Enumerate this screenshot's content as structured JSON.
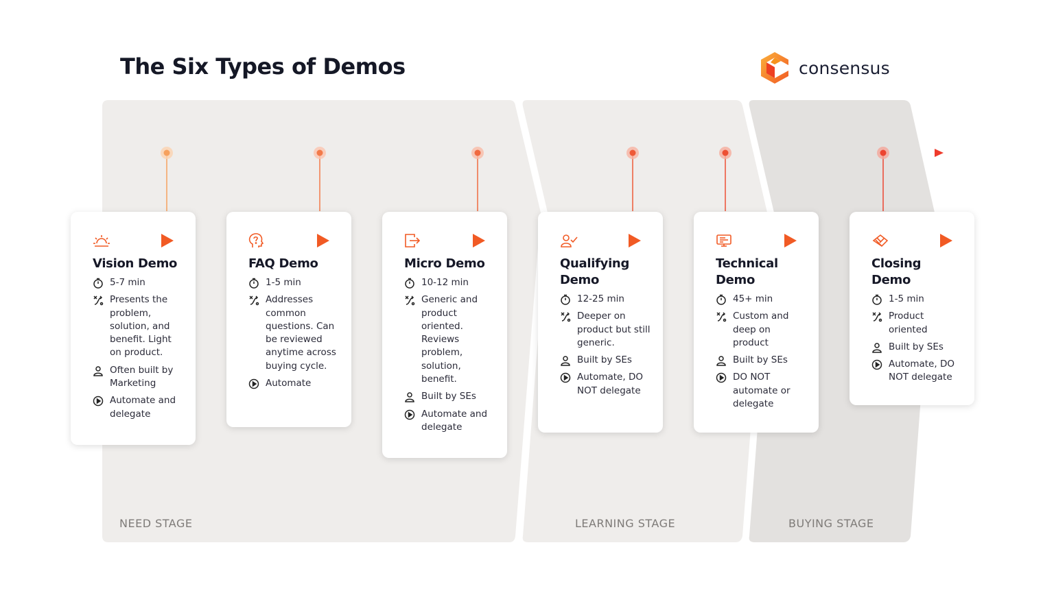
{
  "title": "The Six Types of Demos",
  "logo": {
    "text": "consensus",
    "icon": "consensus-logo-mark"
  },
  "colors": {
    "accent": "#f15a24",
    "accent_light": "#f6a15e",
    "stage_bg_1": "#efedeb",
    "stage_bg_2": "#e3e1df"
  },
  "stages": [
    {
      "label": "NEED STAGE"
    },
    {
      "label": "LEARNING STAGE"
    },
    {
      "label": "BUYING STAGE"
    }
  ],
  "cards": [
    {
      "title": "Vision Demo",
      "icon": "sunrise-icon",
      "duration": "5-7 min",
      "description": "Presents  the problem, solution, and benefit. Light on product.",
      "builder": "Often built by Marketing",
      "delivery": "Automate and delegate"
    },
    {
      "title": "FAQ Demo",
      "icon": "question-head-icon",
      "duration": "1-5 min",
      "description": "Addresses common questions. Can be reviewed anytime across buying cycle.",
      "builder": "",
      "delivery": "Automate"
    },
    {
      "title": "Micro Demo",
      "icon": "exit-arrow-icon",
      "duration": "10-12 min",
      "description": "Generic and product oriented. Reviews problem, solution, benefit.",
      "builder": "Built by SEs",
      "delivery": "Automate and delegate"
    },
    {
      "title": "Qualifying Demo",
      "icon": "user-check-icon",
      "duration": "12-25 min",
      "description": "Deeper on product but still generic.",
      "builder": "Built by SEs",
      "delivery": "Automate, DO NOT delegate"
    },
    {
      "title": "Technical Demo",
      "icon": "monitor-icon",
      "duration": "45+ min",
      "description": "Custom and deep on product",
      "builder": "Built by SEs",
      "delivery": "DO NOT automate or delegate"
    },
    {
      "title": "Closing Demo",
      "icon": "handshake-icon",
      "duration": "1-5 min",
      "description": "Product oriented",
      "builder": "Built by SEs",
      "delivery": "Automate, DO NOT delegate"
    }
  ]
}
